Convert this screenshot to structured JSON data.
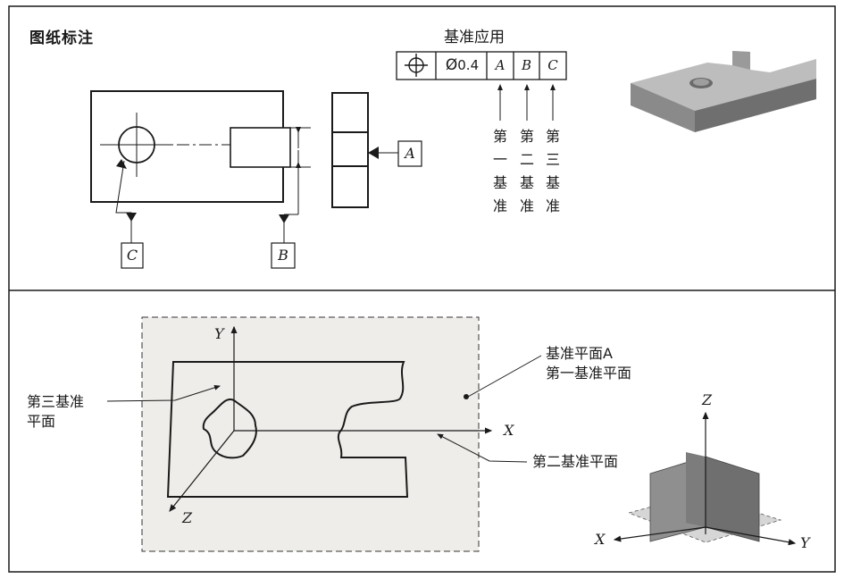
{
  "panels": {
    "drawing": {
      "title": "图纸标注"
    },
    "application": {
      "title": "基准应用",
      "fcf": {
        "tolerance": "0.4",
        "diameter_symbol": "Ø",
        "datums": [
          "A",
          "B",
          "C"
        ]
      },
      "datum_order_labels": [
        [
          "第",
          "一",
          "基",
          "准"
        ],
        [
          "第",
          "二",
          "基",
          "准"
        ],
        [
          "第",
          "三",
          "基",
          "准"
        ]
      ]
    },
    "datum_letters": {
      "a": "A",
      "b": "B",
      "c": "C"
    },
    "lower": {
      "axis_y": "Y",
      "axis_x": "X",
      "axis_z": "Z",
      "label_plane_a_line1": "基准平面A",
      "label_plane_a_line2": "第一基准平面",
      "label_third_line1": "第三基准",
      "label_third_line2": "平面",
      "label_second": "第二基准平面"
    },
    "frame3d": {
      "axis_z": "Z",
      "axis_x": "X",
      "axis_y": "Y"
    }
  },
  "colors": {
    "line": "#1a1a1a",
    "plane_fill": "#eceae6",
    "dashed_panel_fill": "#eeedea",
    "block_top": "#bdbdbd",
    "block_front": "#8a8a8a",
    "block_side": "#6f6f6f"
  }
}
